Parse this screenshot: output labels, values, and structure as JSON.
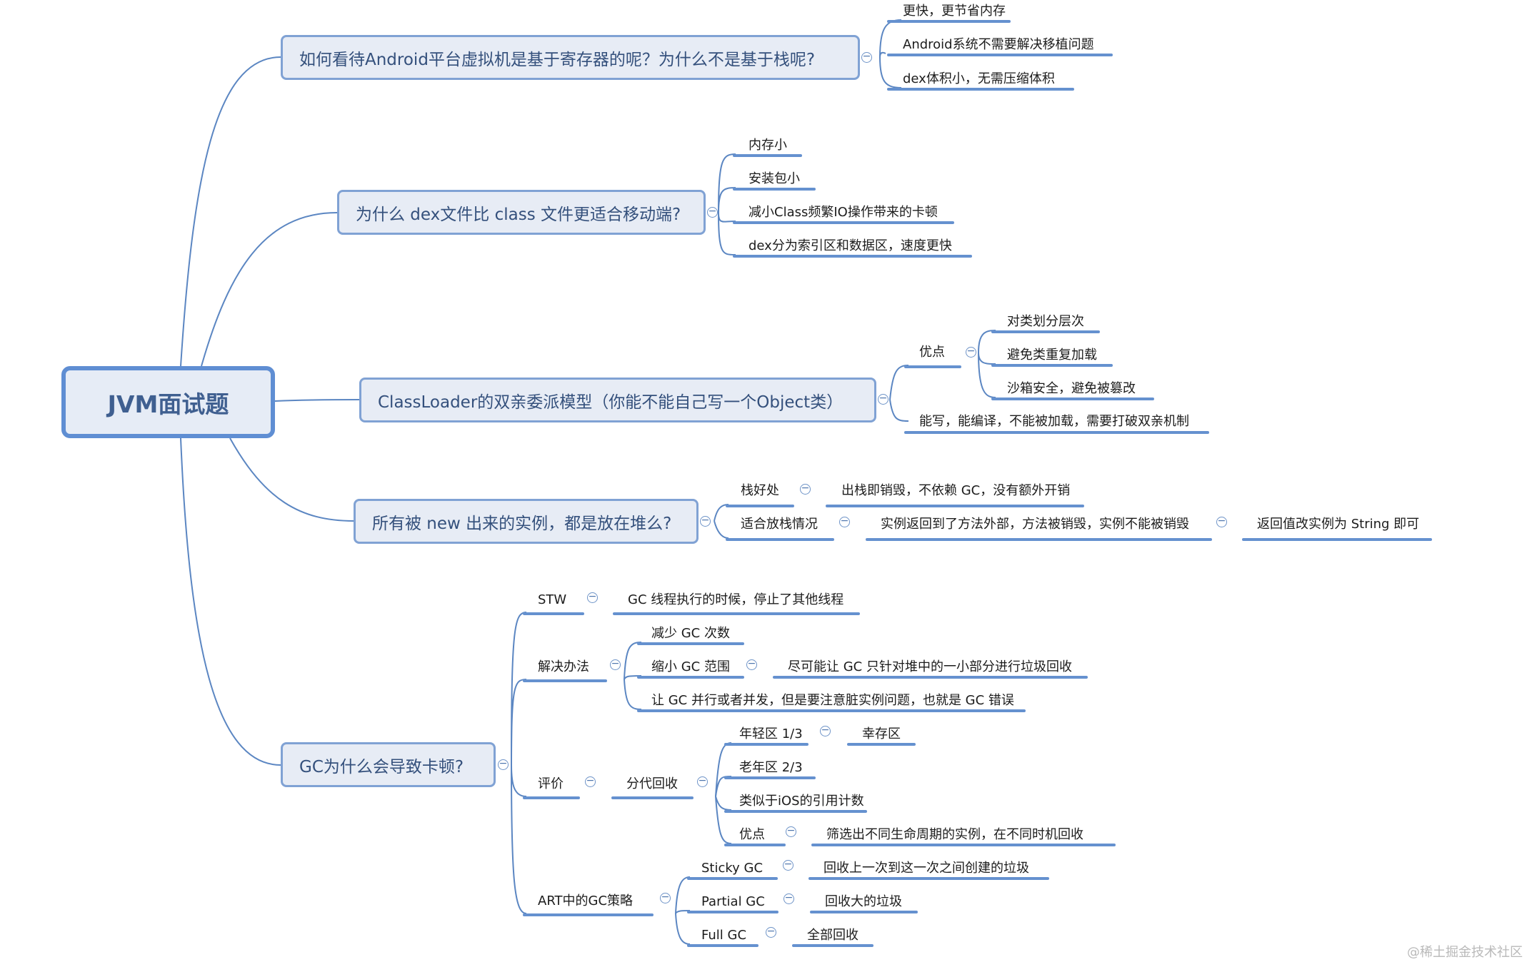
{
  "root": "JVM面试题",
  "collapse_glyph": "−",
  "t1": {
    "title": "如何看待Android平台虚拟机是基于寄存器的呢？为什么不是基于栈呢?",
    "items": [
      "更快，更节省内存",
      "Android系统不需要解决移植问题",
      "dex体积小，无需压缩体积"
    ]
  },
  "t2": {
    "title": "为什么 dex文件比 class 文件更适合移动端?",
    "items": [
      "内存小",
      "安装包小",
      "减小Class频繁IO操作带来的卡顿",
      "dex分为索引区和数据区，速度更快"
    ]
  },
  "t3": {
    "title": "ClassLoader的双亲委派模型（你能不能自己写一个Object类）",
    "pros_label": "优点",
    "pros": [
      "对类划分层次",
      "避免类重复加载",
      "沙箱安全，避免被篡改"
    ],
    "extra": "能写，能编译，不能被加载，需要打破双亲机制"
  },
  "t4": {
    "title": "所有被 new 出来的实例，都是放在堆么?",
    "stack_label": "栈好处",
    "stack_text": "出栈即销毁，不依赖 GC，没有额外开销",
    "fit_label": "适合放栈情况",
    "fit_text": "实例返回到了方法外部，方法被销毁，实例不能被销毁",
    "fit_fix": "返回值改实例为 String 即可"
  },
  "t5": {
    "title": "GC为什么会导致卡顿?",
    "stw_label": "STW",
    "stw_text": "GC 线程执行的时候，停止了其他线程",
    "sol_label": "解决办法",
    "sol_1": "减少 GC 次数",
    "sol_2": "缩小 GC 范围",
    "sol_2_detail": "尽可能让 GC 只针对堆中的一小部分进行垃圾回收",
    "sol_3": "让 GC 并行或者并发，但是要注意脏实例问题，也就是 GC 错误",
    "eval_label": "评价",
    "gen_label": "分代回收",
    "young": "年轻区 1/3",
    "young_sub": "幸存区",
    "old": "老年区 2/3",
    "ios": "类似于iOS的引用计数",
    "gen_pros_label": "优点",
    "gen_pros": "筛选出不同生命周期的实例，在不同时机回收",
    "art_label": "ART中的GC策略",
    "sticky_label": "Sticky GC",
    "sticky_text": "回收上一次到这一次之间创建的垃圾",
    "partial_label": "Partial GC",
    "partial_text": "回收大的垃圾",
    "full_label": "Full GC",
    "full_text": "全部回收"
  },
  "watermark": "@稀土掘金技术社区"
}
